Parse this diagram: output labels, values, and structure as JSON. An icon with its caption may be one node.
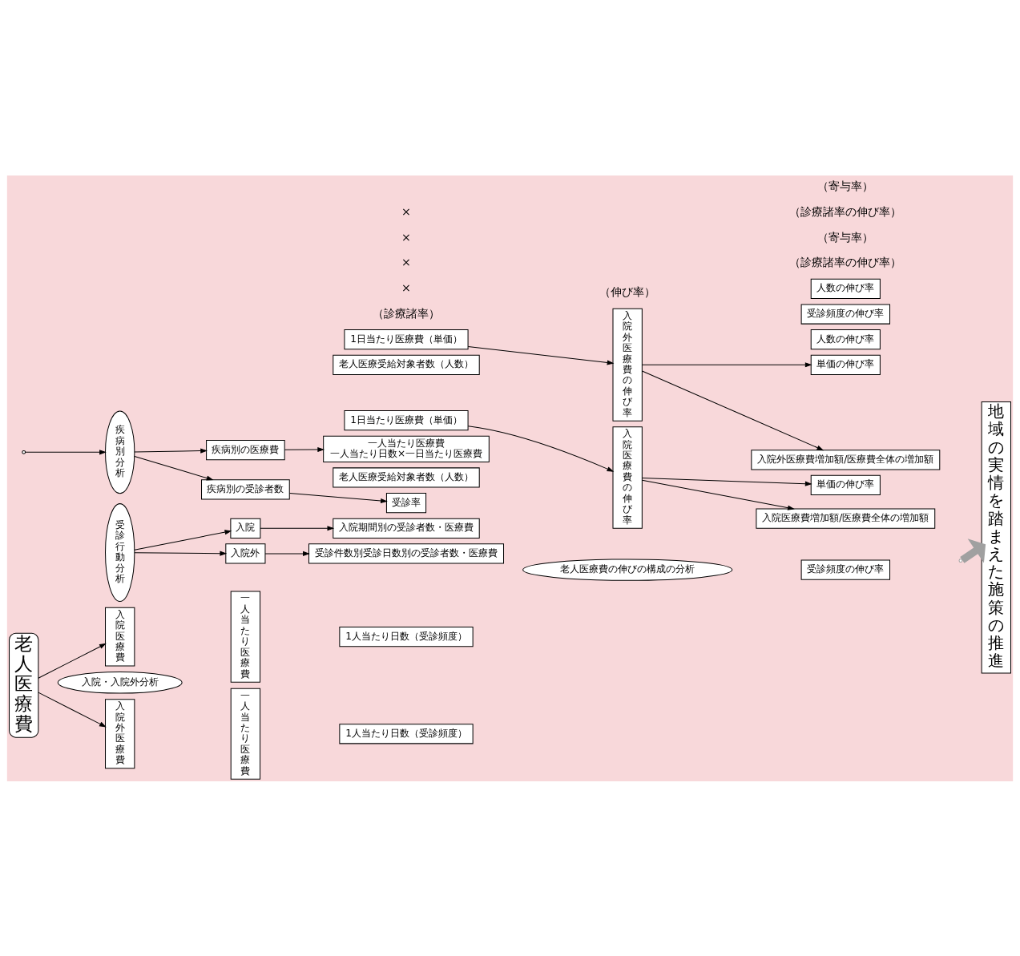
{
  "diagram": {
    "nodes": [
      {
        "text": [
          "老人医療費"
        ]
      },
      {
        "text": [
          "入院医療費"
        ]
      },
      {
        "text": [
          "入院外医療費"
        ]
      },
      {
        "text": [
          "入院・入院外分析"
        ]
      },
      {
        "text": [
          "老人医療費の伸びの構成の分析"
        ]
      },
      {
        "text": [
          "一人当たり医療費"
        ]
      },
      {
        "text": [
          "1人当たり日数（受診頻度）"
        ]
      },
      {
        "text": [
          "1日当たり医療費（単価）"
        ]
      },
      {
        "text": [
          "老人医療受給対象者数（人数）"
        ]
      },
      {
        "text": [
          "入院医療費の伸び率"
        ]
      },
      {
        "text": [
          "受診頻度の伸び率"
        ]
      },
      {
        "text": [
          "単価の伸び率"
        ]
      },
      {
        "text": [
          "人数の伸び率"
        ]
      },
      {
        "text": [
          "入院医療費増加額/医療費全体の増加額"
        ]
      },
      {
        "text": [
          "一人当たり医療費"
        ]
      },
      {
        "text": [
          "1人当たり日数（受診頻度）"
        ]
      },
      {
        "text": [
          "1日当たり医療費（単価）"
        ]
      },
      {
        "text": [
          "老人医療受給対象者数（人数）"
        ]
      },
      {
        "text": [
          "入院外医療費の伸び率"
        ]
      },
      {
        "text": [
          "受診頻度の伸び率"
        ]
      },
      {
        "text": [
          "単価の伸び率"
        ]
      },
      {
        "text": [
          "人数の伸び率"
        ]
      },
      {
        "text": [
          "入院外医療費増加額/医療費全体の増加額"
        ]
      },
      {
        "text": [
          "疾病別分析"
        ]
      },
      {
        "text": [
          "受診行動分析"
        ]
      },
      {
        "text": [
          "疾病別の医療費"
        ]
      },
      {
        "text": [
          "疾病別の受診者数"
        ]
      },
      {
        "text": [
          "入院"
        ]
      },
      {
        "text": [
          "入院外"
        ]
      },
      {
        "text": [
          "一人当たり医療費",
          "一人当たり日数×一日当たり医療費"
        ]
      },
      {
        "text": [
          "受診率"
        ]
      },
      {
        "text": [
          "入院期間別の受診者数・医療費"
        ]
      },
      {
        "text": [
          "受診件数別受診日数別の受診者数・医療費"
        ]
      },
      {
        "text": [
          "地域の実情を踏まえた施策の推進"
        ]
      }
    ],
    "edges": [
      {
        "from": 0,
        "to": 1,
        "arrow": "to"
      },
      {
        "from": 0,
        "to": 2,
        "arrow": "to"
      },
      {
        "from": 7,
        "to": 9,
        "arrow": "to"
      },
      {
        "from": 9,
        "to": 11,
        "arrow": "to"
      },
      {
        "from": 9,
        "to": 13,
        "arrow": "to"
      },
      {
        "from": 16,
        "to": 18,
        "arrow": "to"
      },
      {
        "from": 18,
        "to": 20,
        "arrow": "to"
      },
      {
        "from": 18,
        "to": 22,
        "arrow": "to"
      },
      {
        "from": null,
        "to": 23,
        "arrow": "to"
      },
      {
        "from": 23,
        "to": 25,
        "arrow": "to"
      },
      {
        "from": 23,
        "to": 26,
        "arrow": "to"
      },
      {
        "from": 24,
        "to": 27,
        "arrow": "to"
      },
      {
        "from": 24,
        "to": 28,
        "arrow": "to"
      },
      {
        "from": 25,
        "to": 29,
        "arrow": "to"
      },
      {
        "from": 26,
        "to": 30,
        "arrow": "to"
      },
      {
        "from": 27,
        "to": 31,
        "arrow": "to"
      },
      {
        "from": 28,
        "to": 32,
        "arrow": "to"
      },
      {
        "from": null,
        "to": 33,
        "arrow": "to",
        "style": "thick",
        "color": "#a0a0a0"
      }
    ],
    "labels": [
      "（診療諸率）",
      "（伸び率）",
      "×",
      "×",
      "（診療諸率の伸び率）",
      "（寄与率）",
      "×",
      "×",
      "（診療諸率の伸び率）",
      "（寄与率）"
    ]
  }
}
